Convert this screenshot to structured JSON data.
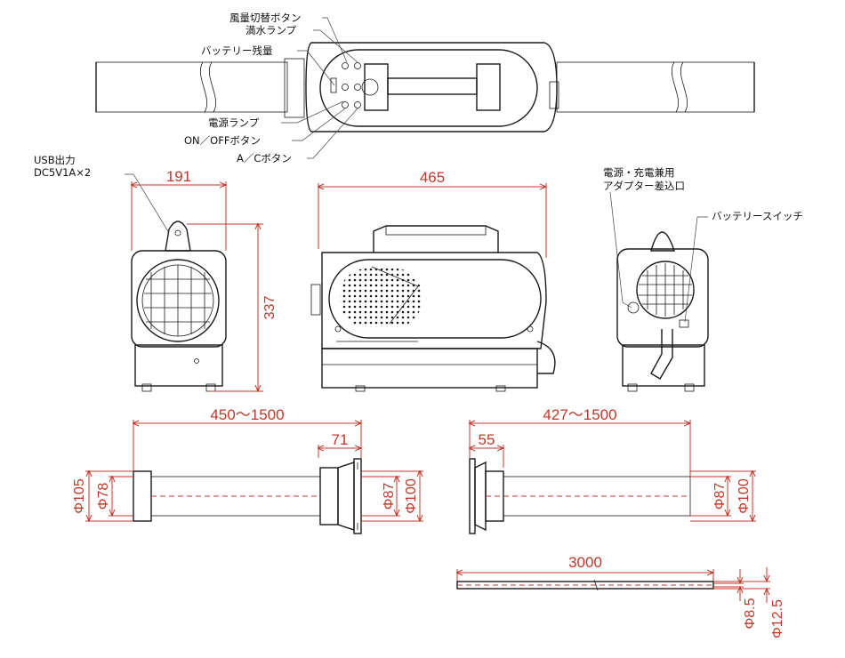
{
  "top_view_labels": {
    "fan_speed_button": "風量切替ボタン",
    "full_water_lamp": "満水ランプ",
    "battery_remaining": "バッテリー残量",
    "power_lamp": "電源ランプ",
    "on_off_button": "ON／OFFボタン",
    "ac_button": "A／Cボタン"
  },
  "front_view": {
    "usb_label_line1": "USB出力",
    "usb_label_line2": "DC5V1A×2",
    "width": "191",
    "height": "337"
  },
  "side_view": {
    "length": "465"
  },
  "rear_view": {
    "adapter_label_line1": "電源・充電兼用",
    "adapter_label_line2": "アダプター差込口",
    "battery_switch": "バッテリースイッチ"
  },
  "duct_left": {
    "length": "450〜1500",
    "end_length": "71",
    "outer_diameter": "Φ105",
    "inner_diameter": "Φ78",
    "right_inner": "Φ87",
    "right_outer": "Φ100"
  },
  "duct_right": {
    "length": "427〜1500",
    "end_length": "55",
    "inner_diameter": "Φ87",
    "outer_diameter": "Φ100"
  },
  "drain_hose": {
    "length": "3000",
    "inner_diameter": "Φ8.5",
    "outer_diameter": "Φ12.5"
  }
}
